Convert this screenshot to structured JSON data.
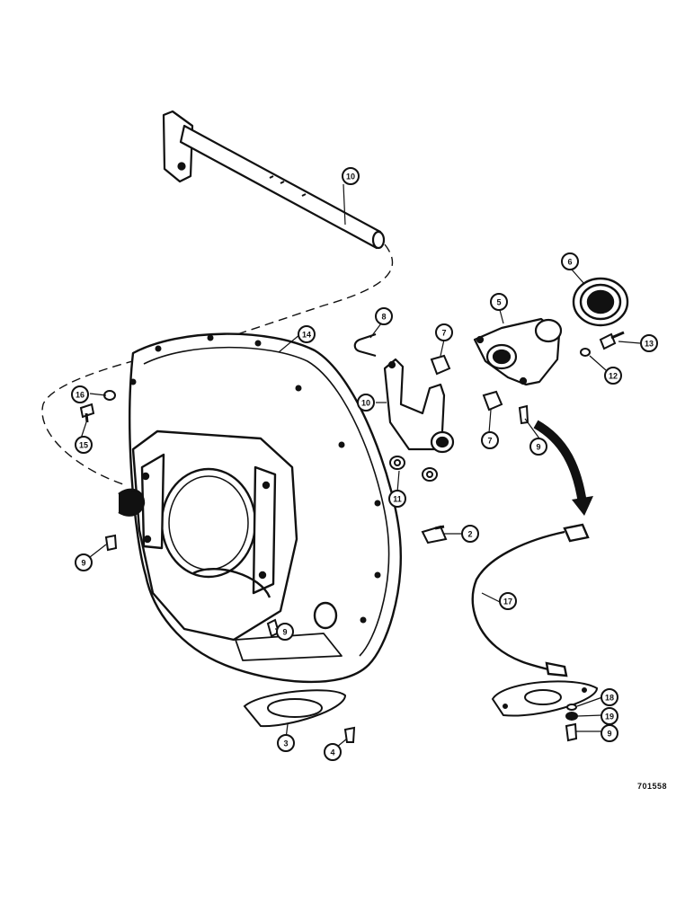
{
  "figure_id": "701558",
  "callouts": [
    {
      "key": "c10a",
      "label": "10"
    },
    {
      "key": "c6",
      "label": "6"
    },
    {
      "key": "c5",
      "label": "5"
    },
    {
      "key": "c8",
      "label": "8"
    },
    {
      "key": "c7a",
      "label": "7"
    },
    {
      "key": "c13",
      "label": "13"
    },
    {
      "key": "c12",
      "label": "12"
    },
    {
      "key": "c14",
      "label": "14"
    },
    {
      "key": "c16",
      "label": "16"
    },
    {
      "key": "c10b",
      "label": "10"
    },
    {
      "key": "c7b",
      "label": "7"
    },
    {
      "key": "c9a",
      "label": "9"
    },
    {
      "key": "c15",
      "label": "15"
    },
    {
      "key": "c11",
      "label": "11"
    },
    {
      "key": "c2",
      "label": "2"
    },
    {
      "key": "c9b",
      "label": "9"
    },
    {
      "key": "c9c",
      "label": "9"
    },
    {
      "key": "c17",
      "label": "17"
    },
    {
      "key": "c18",
      "label": "18"
    },
    {
      "key": "c19",
      "label": "19"
    },
    {
      "key": "c9d",
      "label": "9"
    },
    {
      "key": "c3",
      "label": "3"
    },
    {
      "key": "c4",
      "label": "4"
    }
  ]
}
